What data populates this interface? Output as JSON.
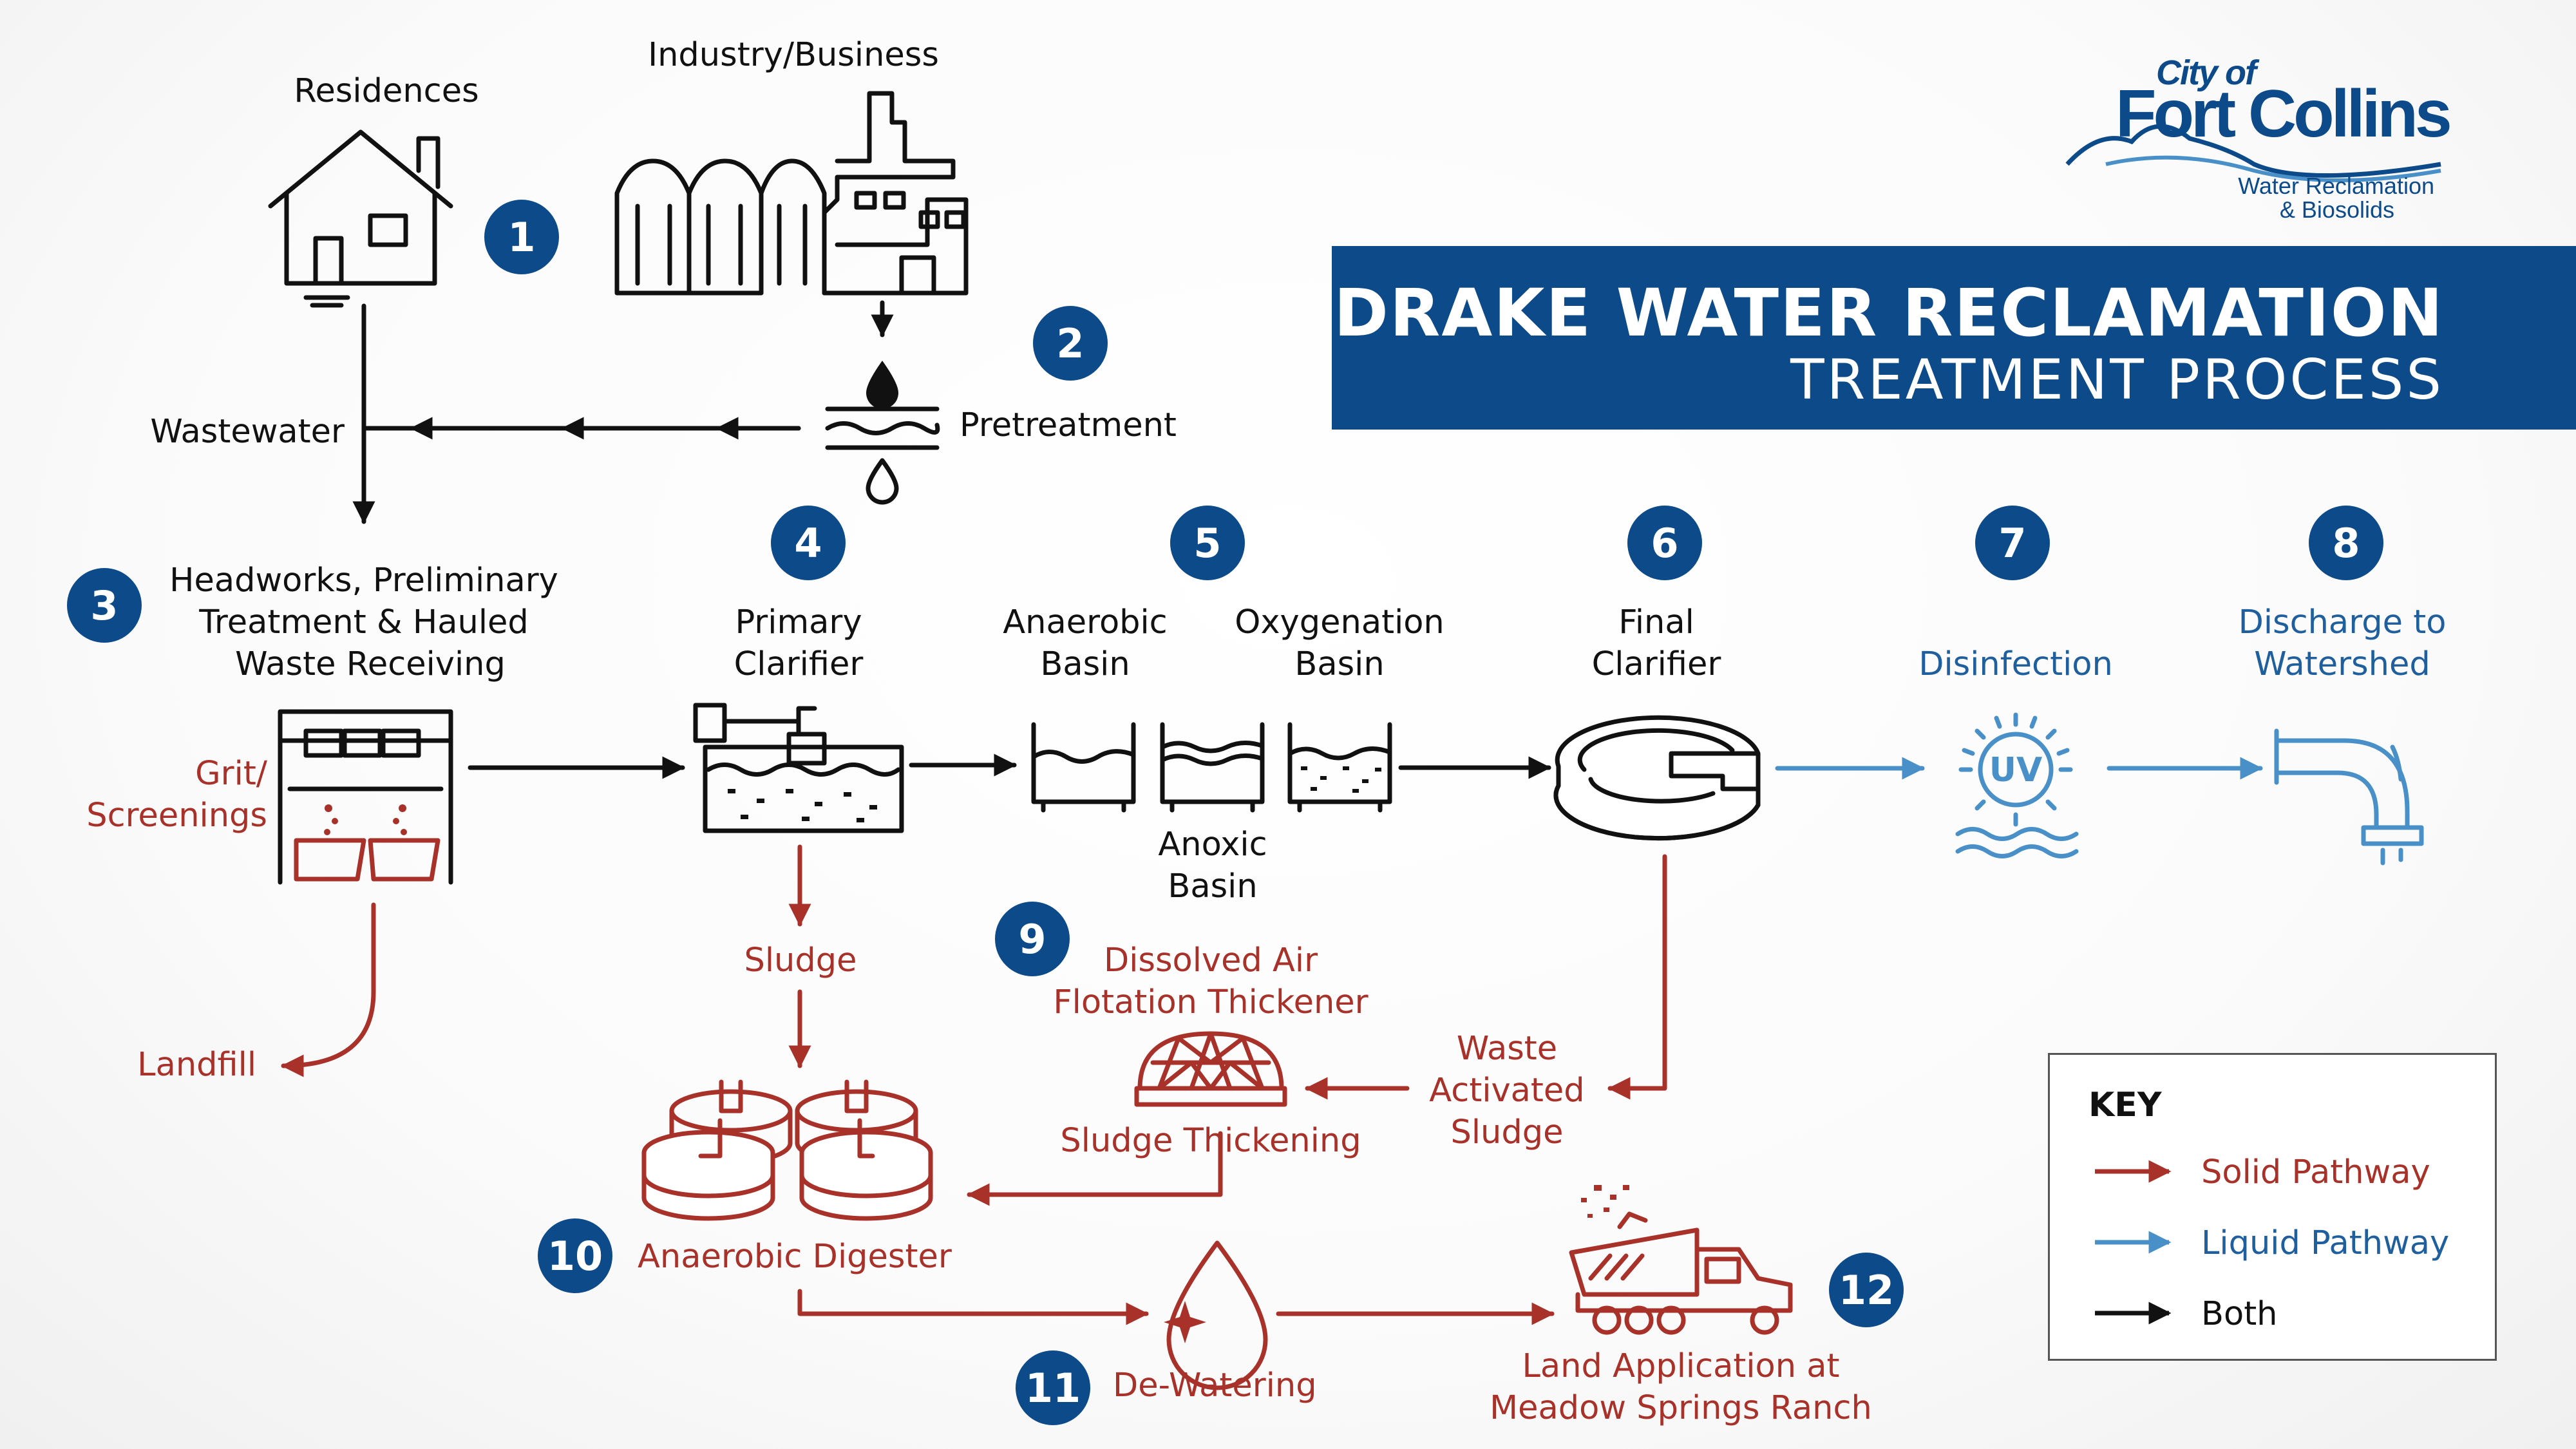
{
  "title": {
    "main": "DRAKE WATER RECLAMATION",
    "sub": "TREATMENT PROCESS"
  },
  "logo": {
    "city_of": "City of",
    "name": "Fort Collins",
    "tagline_1": "Water Reclamation",
    "tagline_2": "& Biosolids"
  },
  "steps": {
    "s1": {
      "number": "1",
      "label": "Residences"
    },
    "industry": {
      "label": "Industry/Business"
    },
    "s2": {
      "number": "2",
      "label": "Pretreatment"
    },
    "wastewater": {
      "label": "Wastewater"
    },
    "s3": {
      "number": "3",
      "line1": "Headworks, Preliminary",
      "line2": "Treatment & Hauled",
      "line3": "Waste Receiving"
    },
    "grit": {
      "line1": "Grit/",
      "line2": "Screenings"
    },
    "landfill": {
      "label": "Landfill"
    },
    "s4": {
      "number": "4",
      "line1": "Primary",
      "line2": "Clarifier"
    },
    "s5": {
      "number": "5",
      "anaerobic_line1": "Anaerobic",
      "anaerobic_line2": "Basin",
      "oxygenation_line1": "Oxygenation",
      "oxygenation_line2": "Basin",
      "anoxic_line1": "Anoxic",
      "anoxic_line2": "Basin"
    },
    "s6": {
      "number": "6",
      "line1": "Final",
      "line2": "Clarifier"
    },
    "s7": {
      "number": "7",
      "label": "Disinfection",
      "uv": "UV"
    },
    "s8": {
      "number": "8",
      "line1": "Discharge to",
      "line2": "Watershed"
    },
    "sludge": {
      "label": "Sludge"
    },
    "s9": {
      "number": "9",
      "line1": "Dissolved Air",
      "line2": "Flotation Thickener",
      "thickening": "Sludge Thickening"
    },
    "was": {
      "line1": "Waste",
      "line2": "Activated",
      "line3": "Sludge"
    },
    "s10": {
      "number": "10",
      "label": "Anaerobic Digester"
    },
    "s11": {
      "number": "11",
      "label": "De-Watering"
    },
    "s12": {
      "number": "12",
      "line1": "Land Application at",
      "line2": "Meadow Springs Ranch"
    }
  },
  "key": {
    "title": "KEY",
    "items": [
      {
        "label": "Solid Pathway",
        "color": "#a8322a"
      },
      {
        "label": "Liquid Pathway",
        "color": "#4a90c8"
      },
      {
        "label": "Both",
        "color": "#111111"
      }
    ]
  },
  "colors": {
    "banner": "#0d4a8a",
    "solid": "#a8322a",
    "liquid": "#4a90c8",
    "both": "#111111",
    "badge": "#0d4a8a"
  }
}
